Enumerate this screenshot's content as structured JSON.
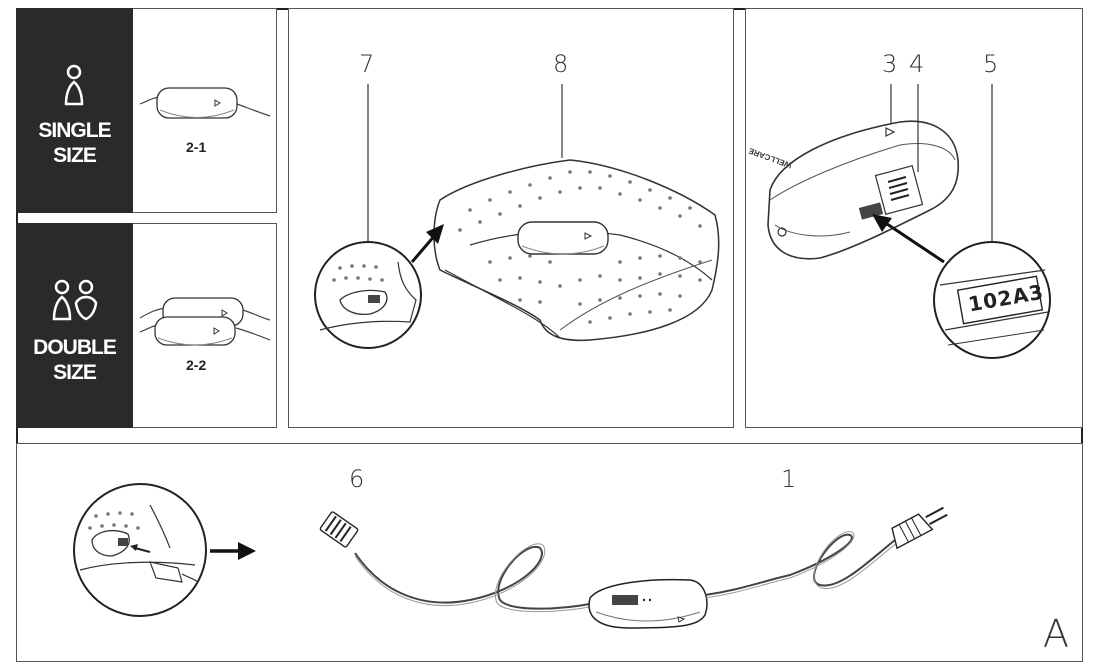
{
  "single": {
    "label_line1": "SINGLE",
    "label_line2": "SIZE",
    "caption": "2-1",
    "icon": "single-person-icon"
  },
  "double": {
    "label_line1": "DOUBLE",
    "label_line2": "SIZE",
    "caption": "2-2",
    "icon": "two-persons-icon"
  },
  "callouts": {
    "n1": "1",
    "n3": "3",
    "n4": "4",
    "n5": "5",
    "n6": "6",
    "n7": "7",
    "n8": "8"
  },
  "brand": "WELLCARE",
  "code_label": "102A3",
  "figure_letter": "A"
}
